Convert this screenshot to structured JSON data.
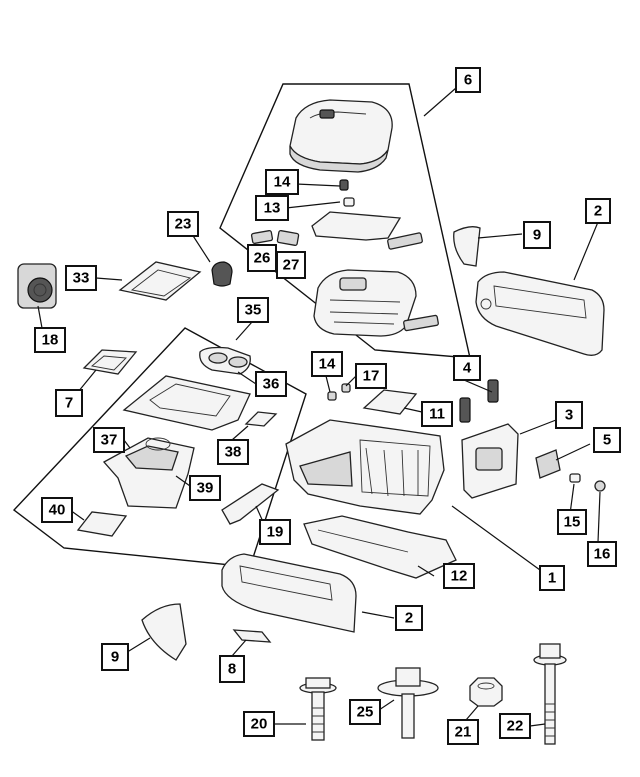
{
  "callouts": [
    {
      "id": "c6",
      "label": "6"
    },
    {
      "id": "c2a",
      "label": "2"
    },
    {
      "id": "c9a",
      "label": "9"
    },
    {
      "id": "c14a",
      "label": "14"
    },
    {
      "id": "c13",
      "label": "13"
    },
    {
      "id": "c23",
      "label": "23"
    },
    {
      "id": "c26",
      "label": "26"
    },
    {
      "id": "c27",
      "label": "27"
    },
    {
      "id": "c33",
      "label": "33"
    },
    {
      "id": "c18",
      "label": "18"
    },
    {
      "id": "c35",
      "label": "35"
    },
    {
      "id": "c7",
      "label": "7"
    },
    {
      "id": "c36",
      "label": "36"
    },
    {
      "id": "c14b",
      "label": "14"
    },
    {
      "id": "c17",
      "label": "17"
    },
    {
      "id": "c4",
      "label": "4"
    },
    {
      "id": "c11",
      "label": "11"
    },
    {
      "id": "c3",
      "label": "3"
    },
    {
      "id": "c37",
      "label": "37"
    },
    {
      "id": "c38",
      "label": "38"
    },
    {
      "id": "c5",
      "label": "5"
    },
    {
      "id": "c39",
      "label": "39"
    },
    {
      "id": "c40",
      "label": "40"
    },
    {
      "id": "c19",
      "label": "19"
    },
    {
      "id": "c15",
      "label": "15"
    },
    {
      "id": "c16",
      "label": "16"
    },
    {
      "id": "c12",
      "label": "12"
    },
    {
      "id": "c1",
      "label": "1"
    },
    {
      "id": "c2b",
      "label": "2"
    },
    {
      "id": "c9b",
      "label": "9"
    },
    {
      "id": "c8",
      "label": "8"
    },
    {
      "id": "c20",
      "label": "20"
    },
    {
      "id": "c25",
      "label": "25"
    },
    {
      "id": "c21",
      "label": "21"
    },
    {
      "id": "c22",
      "label": "22"
    }
  ]
}
